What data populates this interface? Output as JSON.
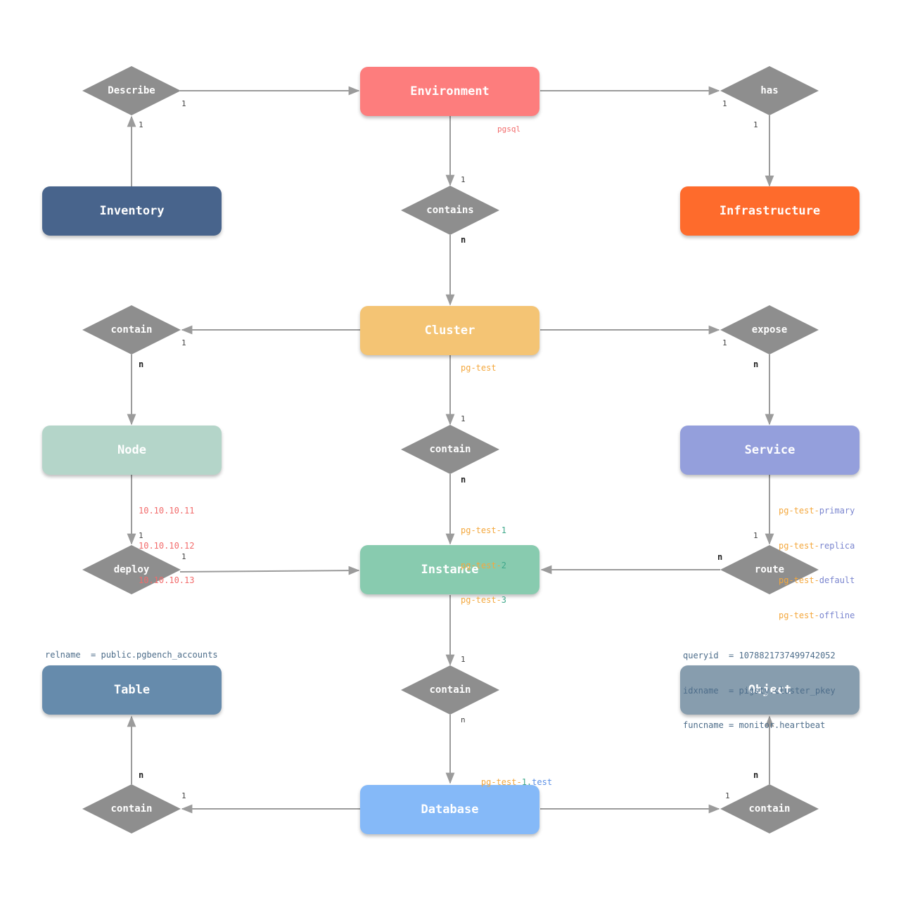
{
  "colors": {
    "edge": "#9b9b9b",
    "diamond": "#8e8e8e",
    "environment": "#fd7d7d",
    "inventory": "#48648c",
    "infrastructure": "#fe6b2c",
    "cluster": "#f4c474",
    "node": "#b4d5c9",
    "service": "#949fdc",
    "instance": "#88cbaf",
    "table": "#668bac",
    "object": "#879dae",
    "database": "#85b9f8",
    "note_orange": "#f4a83e",
    "note_red": "#f26b6b",
    "note_green": "#3fa88a",
    "note_purple": "#7b86cf",
    "note_blue": "#5a8fe6",
    "note_slate": "#4d6d8a"
  },
  "entities": {
    "environment": "Environment",
    "inventory": "Inventory",
    "infrastructure": "Infrastructure",
    "cluster": "Cluster",
    "node": "Node",
    "service": "Service",
    "instance": "Instance",
    "table": "Table",
    "object": "Object",
    "database": "Database"
  },
  "relations": {
    "describe": "Describe",
    "has": "has",
    "contains_env": "contains",
    "contain_node": "contain",
    "expose": "expose",
    "contain_instance": "contain",
    "deploy": "deploy",
    "route": "route",
    "contain_database": "contain",
    "contain_table": "contain",
    "contain_object": "contain"
  },
  "cardinalities": {
    "describe_env": "1",
    "describe_inv": "1",
    "has_env": "1",
    "has_infra": "1",
    "contains_env_top": "1",
    "contains_env_bottom": "n",
    "contain_node_cluster": "1",
    "contain_node_node": "n",
    "expose_cluster": "1",
    "expose_service": "n",
    "contain_inst_top": "1",
    "contain_inst_bottom": "n",
    "deploy_node": "1",
    "deploy_instance": "1",
    "route_service": "1",
    "route_instance": "n",
    "contain_db_top": "1",
    "contain_db_bottom": "n",
    "contain_table_db": "1",
    "contain_table_table": "n",
    "contain_object_db": "1",
    "contain_object_object": "n"
  },
  "notes": {
    "pgsql": "pgsql",
    "pg_test": "pg-test",
    "node_ips": [
      "10.10.10.11",
      "10.10.10.12",
      "10.10.10.13"
    ],
    "instances": [
      {
        "prefix": "pg-test-",
        "suffix": "1"
      },
      {
        "prefix": "pg-test-",
        "suffix": "2"
      },
      {
        "prefix": "pg-test-",
        "suffix": "3"
      }
    ],
    "services": [
      {
        "prefix": "pg-test-",
        "suffix": "primary"
      },
      {
        "prefix": "pg-test-",
        "suffix": "replica"
      },
      {
        "prefix": "pg-test-",
        "suffix": "default"
      },
      {
        "prefix": "pg-test-",
        "suffix": "offline"
      }
    ],
    "database": {
      "prefix": "pg-test-",
      "middle": "1.",
      "suffix": "test"
    },
    "relname": "relname  = public.pgbench_accounts",
    "object_lines": [
      "queryid  = 1078821737499742052",
      "idxname  = pigsty.cluster_pkey",
      "funcname = monitor.heartbeat"
    ]
  }
}
